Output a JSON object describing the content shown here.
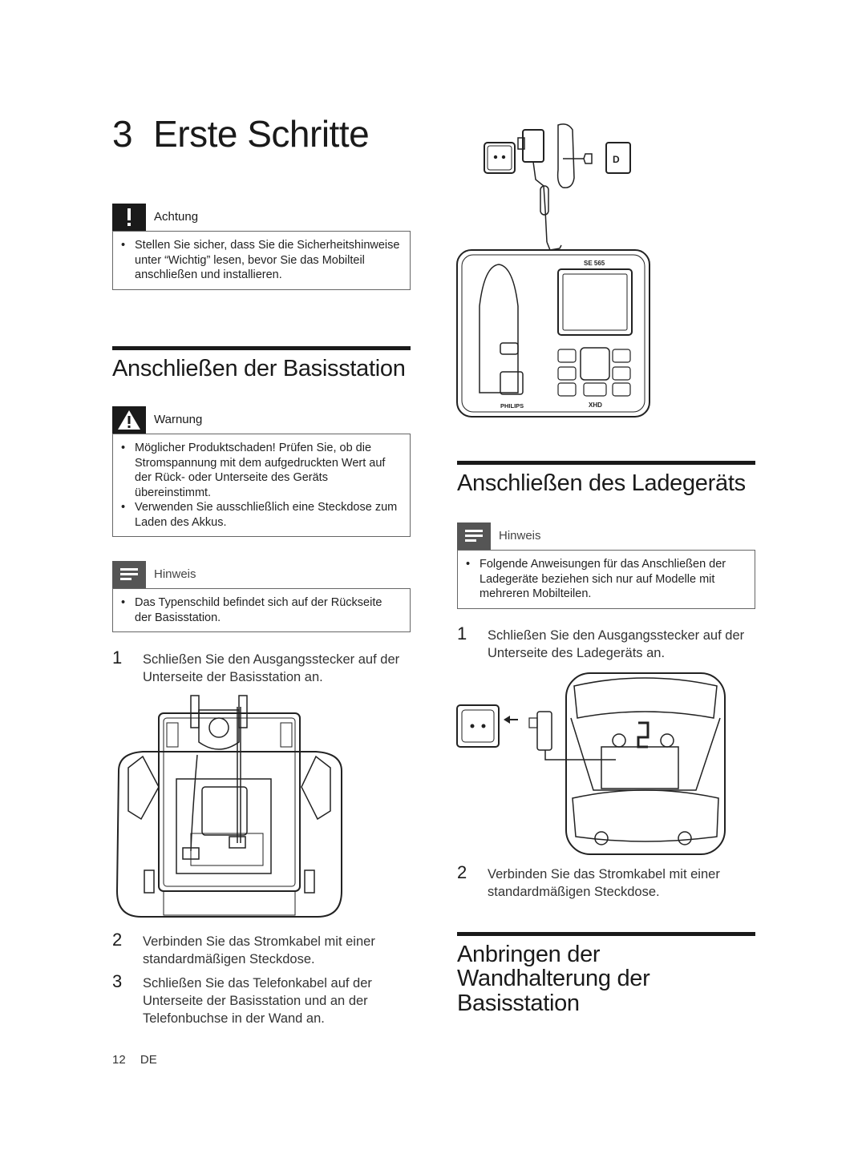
{
  "title": {
    "number": "3",
    "text": "Erste Schritte"
  },
  "left": {
    "caution": {
      "label": "Achtung",
      "items": [
        "Stellen Sie sicher, dass Sie die Sicherheitshinweise unter “Wichtig” lesen, bevor Sie das Mobilteil anschließen und installieren."
      ]
    },
    "section_base": "Anschließen der Basisstation",
    "warning": {
      "label": "Warnung",
      "items": [
        "Möglicher Produktschaden! Prüfen Sie, ob die Stromspannung mit dem aufgedruckten Wert auf der Rück- oder Unterseite des Geräts übereinstimmt.",
        "Verwenden Sie ausschließlich eine Steckdose zum Laden des Akkus."
      ]
    },
    "note": {
      "label": "Hinweis",
      "items": [
        "Das Typenschild befindet sich auf der Rückseite der Basisstation."
      ]
    },
    "steps": [
      {
        "num": "1",
        "text": "Schließen Sie den Ausgangsstecker auf der Unterseite der Basisstation an."
      },
      {
        "num": "2",
        "text": "Verbinden Sie das Stromkabel mit einer standardmäßigen Steckdose."
      },
      {
        "num": "3",
        "text": "Schließen Sie das Telefonkabel auf der Unterseite der Basisstation und an der Telefonbuchse in der Wand an."
      }
    ]
  },
  "right": {
    "device_labels": {
      "model": "SE 565",
      "brand": "PHILIPS",
      "xhd": "XHD",
      "wall_jack": "D"
    },
    "section_charger": "Anschließen des Ladegeräts",
    "note": {
      "label": "Hinweis",
      "items": [
        "Folgende Anweisungen für das Anschließen der Ladegeräte beziehen sich nur auf Modelle mit mehreren Mobilteilen."
      ]
    },
    "steps": [
      {
        "num": "1",
        "text": "Schließen Sie den Ausgangsstecker auf der Unterseite des Ladegeräts an."
      },
      {
        "num": "2",
        "text": "Verbinden Sie das Stromkabel mit einer standardmäßigen Steckdose."
      }
    ],
    "section_wall": "Anbringen der Wandhalterung der Basisstation"
  },
  "footer": {
    "page": "12",
    "lang": "DE"
  },
  "icons": {
    "caution": "exclamation-icon",
    "warning": "warning-triangle-icon",
    "note": "note-lines-icon"
  }
}
